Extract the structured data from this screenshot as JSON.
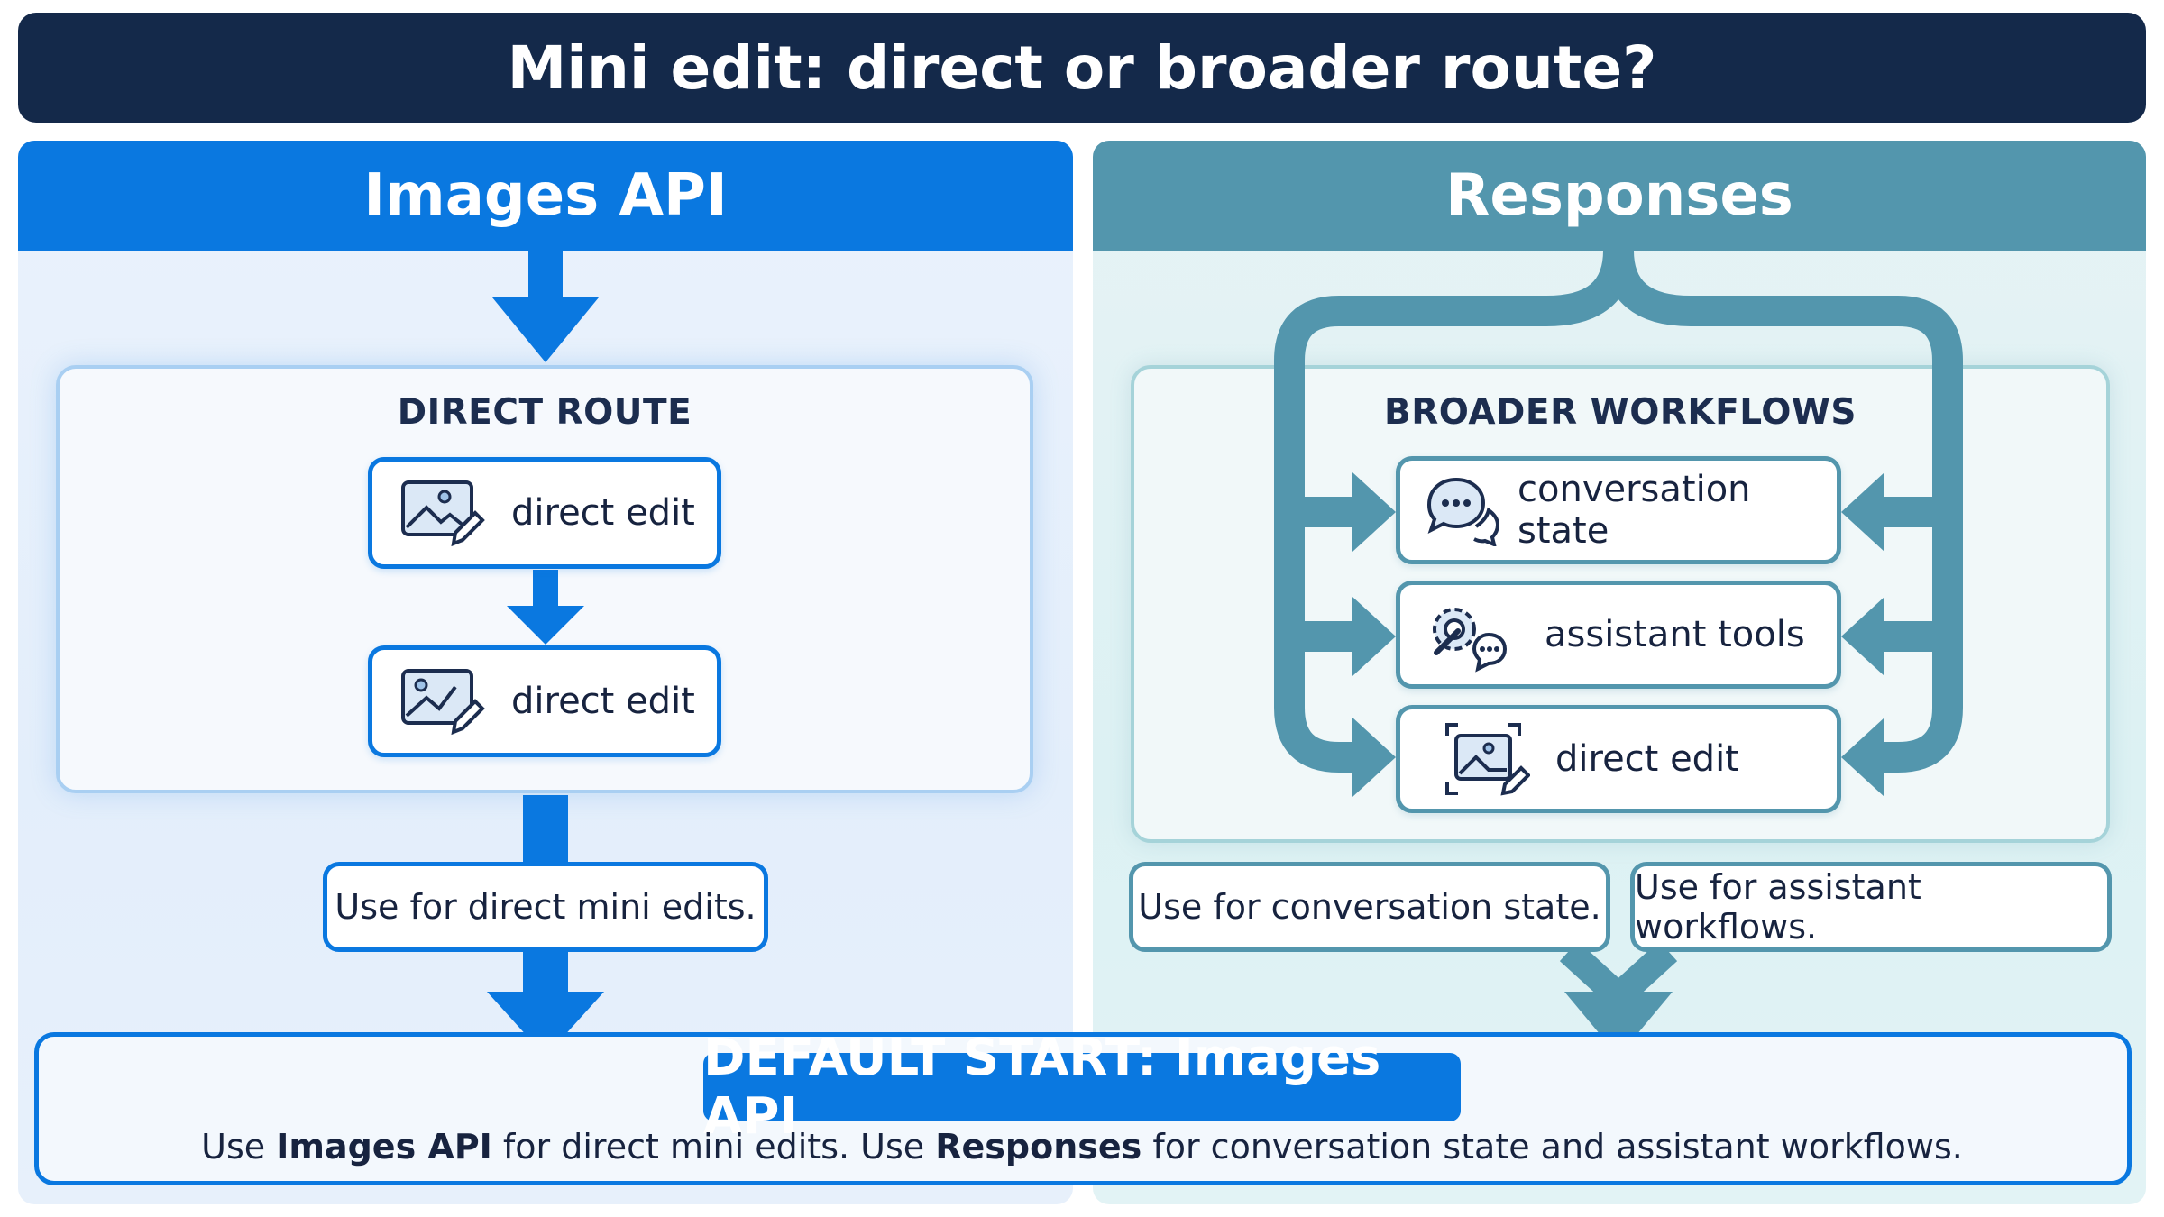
{
  "title": "Mini edit: direct or broader route?",
  "left": {
    "header": "Images API",
    "route_heading": "DIRECT ROUTE",
    "items": [
      {
        "label": "direct edit",
        "icon": "image-edit-icon"
      },
      {
        "label": "direct edit",
        "icon": "image-edit-icon"
      }
    ],
    "note": "Use for direct mini edits."
  },
  "right": {
    "header": "Responses",
    "route_heading": "BROADER WORKFLOWS",
    "items": [
      {
        "label": "conversation state",
        "icon": "chat-bubbles-icon"
      },
      {
        "label": "assistant tools",
        "icon": "gear-wrench-chat-icon"
      },
      {
        "label": "direct edit",
        "icon": "image-edit-icon"
      }
    ],
    "notes": [
      "Use for conversation state.",
      "Use for assistant workflows."
    ]
  },
  "default_start": {
    "title": "DEFAULT START: Images API",
    "desc": {
      "p1": "Use ",
      "b1": "Images API",
      "p2": " for direct mini edits. Use ",
      "b2": "Responses",
      "p3": " for conversation state and assistant workflows."
    }
  },
  "colors": {
    "title_bg": "#14294a",
    "images_blue": "#0a78e0",
    "responses_teal": "#5396ad"
  }
}
